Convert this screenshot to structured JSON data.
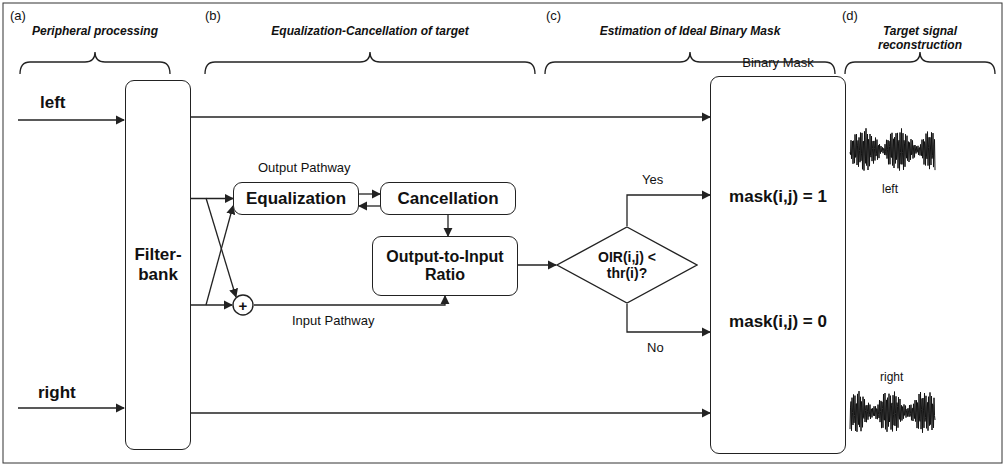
{
  "diagram": {
    "nodes": [
      {
        "text": [
          "Filter-bank"
        ]
      },
      {
        "text": [
          "Equalization"
        ]
      },
      {
        "text": [
          "Cancellation"
        ]
      },
      {
        "text": [
          "Output-to-Input Ratio"
        ]
      },
      {
        "text": [
          "+"
        ]
      },
      {
        "text": [
          "OIR(i,j) < thr(i)?"
        ]
      },
      {
        "text": [
          "Binary Mask",
          "mask(i,j) = 1",
          "mask(i,j) = 0"
        ]
      }
    ],
    "edges": [
      {
        "from": 0,
        "to": 1,
        "arrow": "to"
      },
      {
        "from": 0,
        "to": 4,
        "arrow": "to"
      },
      {
        "from": 0,
        "to": 6,
        "arrow": "to"
      },
      {
        "from": 0,
        "to": 6,
        "arrow": "to"
      },
      {
        "from": 1,
        "to": 2,
        "arrow": "to"
      },
      {
        "from": 2,
        "to": 3,
        "arrow": "to"
      },
      {
        "from": 4,
        "to": 3,
        "label": "Input Pathway",
        "arrow": "to"
      },
      {
        "from": 3,
        "to": 5,
        "arrow": "to"
      },
      {
        "from": 5,
        "to": 6,
        "label": "Yes",
        "arrow": "to"
      },
      {
        "from": 5,
        "to": 6,
        "label": "No",
        "arrow": "to"
      }
    ],
    "labels": [
      "(a)",
      "Peripheral processing",
      "(b)",
      "Equalization-Cancellation of target",
      "(c)",
      "Estimation of Ideal Binary Mask",
      "(d)",
      "Target signal reconstruction",
      "left",
      "right",
      "Output Pathway",
      "left",
      "right"
    ]
  }
}
